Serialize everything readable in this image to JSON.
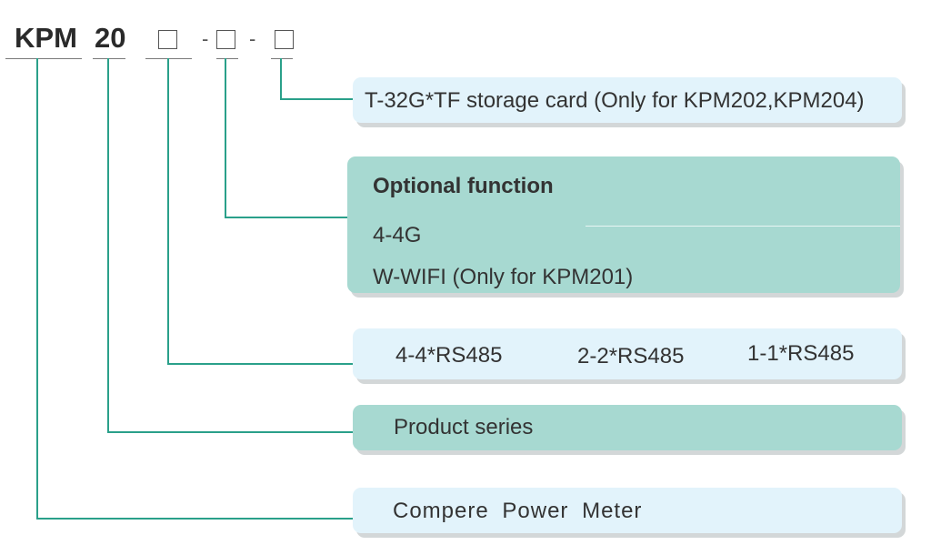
{
  "model": {
    "prefix": "KPM",
    "series": "20",
    "sep1": "-",
    "sep2": "-"
  },
  "boxes": {
    "storage": "T-32G*TF storage card (Only for KPM202,KPM204)",
    "optional": {
      "title": "Optional function",
      "item1": "4-4G",
      "item2": "W-WIFI (Only for KPM201)"
    },
    "rs485": [
      "4-4*RS485",
      "2-2*RS485",
      "1-1*RS485"
    ],
    "product_series": "Product series",
    "compere": "Compere Power Meter"
  },
  "colors": {
    "connector": "#2aa08a",
    "light_box": "#e2f3fb",
    "teal_box": "#a7d9d1",
    "shadow": "#d3d7d8"
  }
}
